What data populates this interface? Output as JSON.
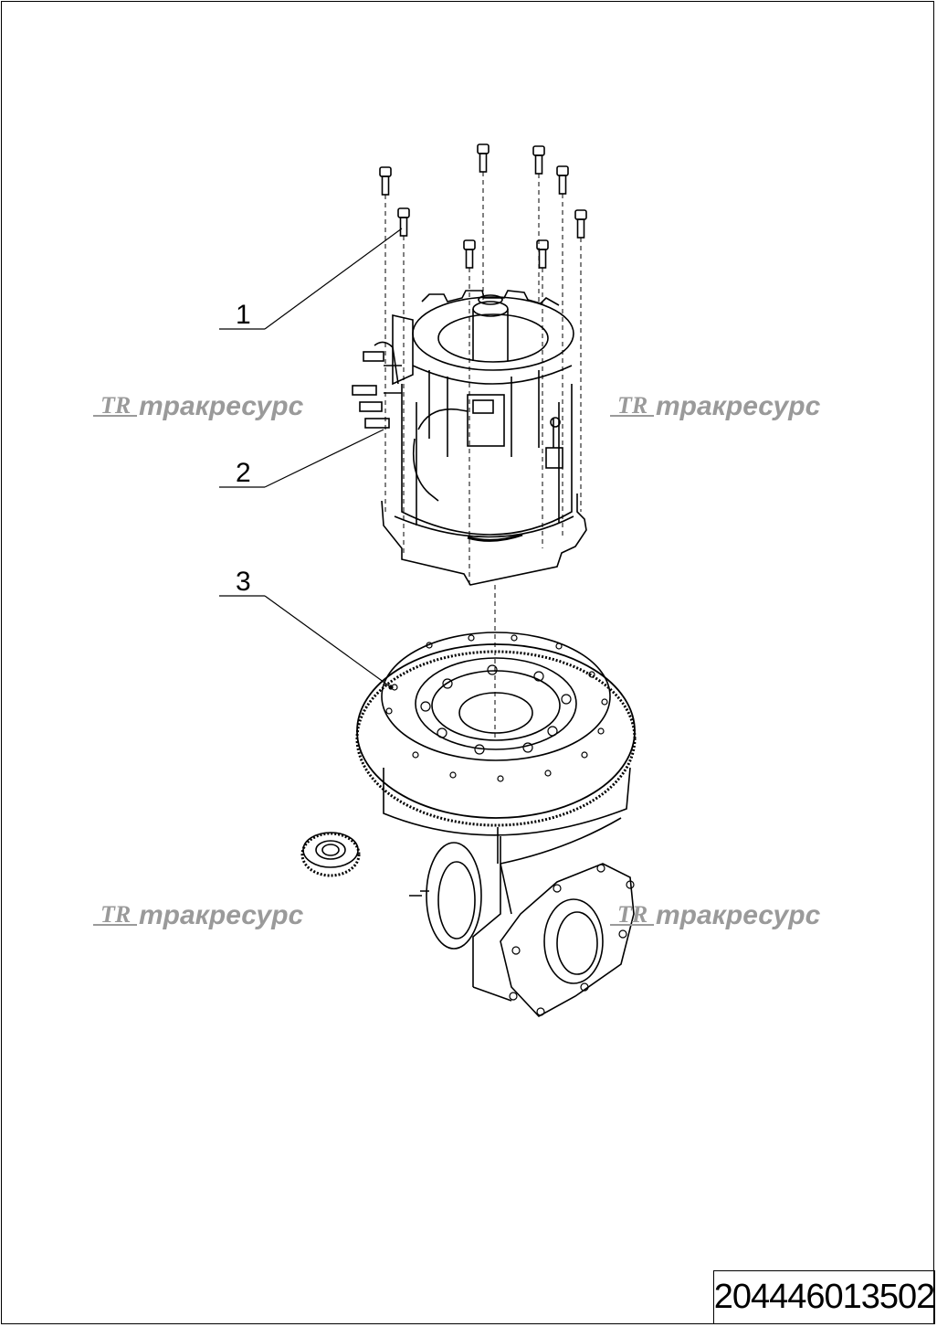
{
  "callouts": [
    {
      "label": "1"
    },
    {
      "label": "2"
    },
    {
      "label": "3"
    }
  ],
  "watermarks": [
    {
      "logo": "TR",
      "text": "тракресурс"
    },
    {
      "logo": "TR",
      "text": "тракресурс"
    },
    {
      "logo": "TR",
      "text": "тракресурс"
    },
    {
      "logo": "TR",
      "text": "тракресурс"
    }
  ],
  "document_number": "204446013502",
  "colors": {
    "line": "#000000",
    "watermark": "#9a9a9a",
    "background": "#ffffff"
  }
}
